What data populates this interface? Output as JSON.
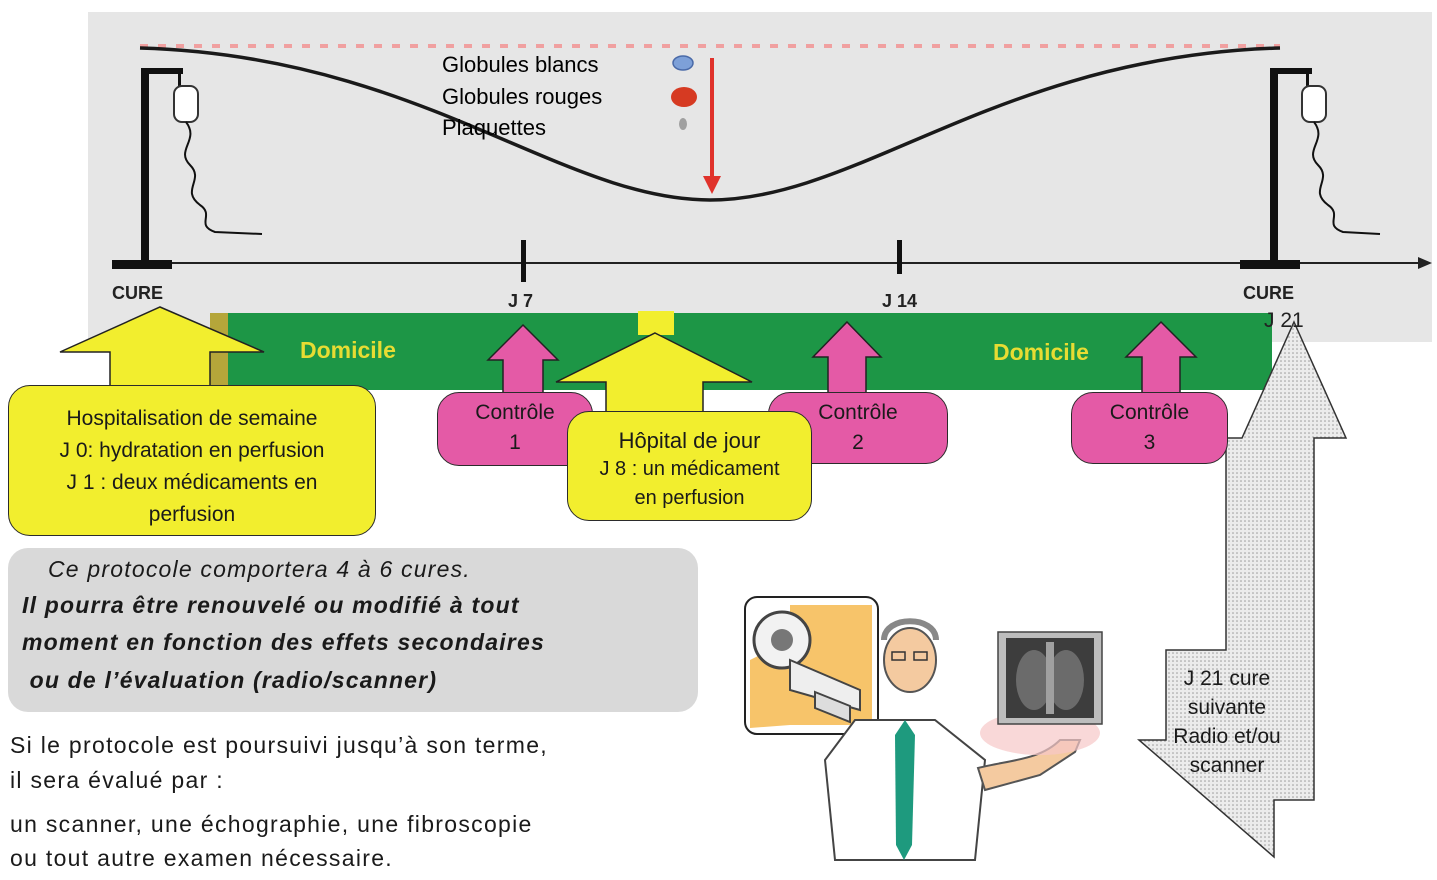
{
  "legend": {
    "wbc": "Globules blancs",
    "rbc": "Globules rouges",
    "platelets": "Plaquettes"
  },
  "timeline": {
    "cure_left": "CURE",
    "j7": "J 7",
    "j14": "J 14",
    "cure_right": "CURE",
    "j21": "J 21"
  },
  "band": {
    "domicile_1": "Domicile",
    "domicile_2": "Domicile"
  },
  "boxes": {
    "hospitalisation": {
      "line1": "Hospitalisation de semaine",
      "line2": "J 0: hydratation en perfusion",
      "line3": "J 1 : deux médicaments en",
      "line4": "perfusion"
    },
    "controle1": {
      "line1": "Contrôle",
      "line2": "1"
    },
    "controle2": {
      "line1": "Contrôle",
      "line2": "2"
    },
    "controle3": {
      "line1": "Contrôle",
      "line2": "3"
    },
    "hopital_jour": {
      "line1": "Hôpital de jour",
      "line2": "J 8 : un médicament",
      "line3": "en perfusion"
    },
    "next_cure": {
      "line1": "J 21 cure",
      "line2": "suivante",
      "line3": "Radio et/ou",
      "line4": "scanner"
    }
  },
  "note": {
    "line1": "Ce protocole comportera 4 à 6 cures.",
    "line2": "Il pourra être renouvelé ou modifié à tout",
    "line3": "moment en fonction des effets secondaires",
    "line4": " ou de l’évaluation (radio/scanner)"
  },
  "paragraph": {
    "line1": "Si le protocole est poursuivi jusqu’à son terme,",
    "line2": "il sera évalué par :",
    "line3": "un scanner, une échographie, une fibroscopie",
    "line4": "ou tout autre examen nécessaire."
  },
  "colors": {
    "panel": "#e6e6e6",
    "band_green": "#1d9646",
    "yellow": "#f2ee2e",
    "pink": "#e45aa6",
    "red_arrow": "#e0322b",
    "grey_arrow": "#cfcfcf"
  }
}
